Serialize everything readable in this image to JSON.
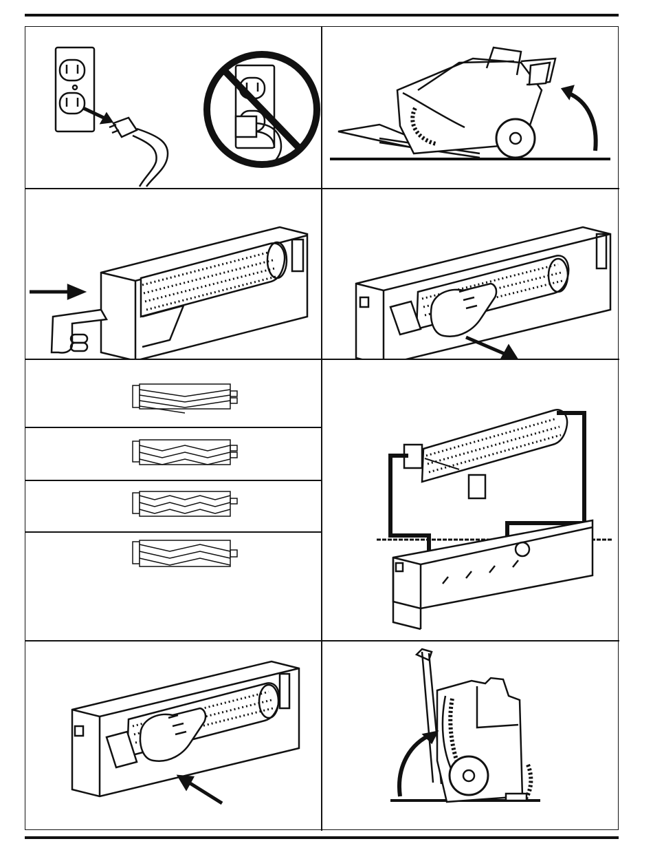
{
  "page": {
    "panels": [
      {
        "id": "unplug",
        "description_icon": "outlet-plug-icon"
      },
      {
        "id": "tilt-back",
        "description_icon": "tilt-machine-icon"
      },
      {
        "id": "press-release",
        "description_icon": "press-latch-icon"
      },
      {
        "id": "pull-brush",
        "description_icon": "pull-brush-icon"
      },
      {
        "id": "brush-types",
        "description_icon": "brush-types-icon"
      },
      {
        "id": "install-brush",
        "description_icon": "install-brush-icon"
      },
      {
        "id": "push-brush",
        "description_icon": "push-brush-icon"
      },
      {
        "id": "upright",
        "description_icon": "upright-machine-icon"
      }
    ],
    "colors": {
      "line": "#111111",
      "background": "#ffffff"
    }
  }
}
